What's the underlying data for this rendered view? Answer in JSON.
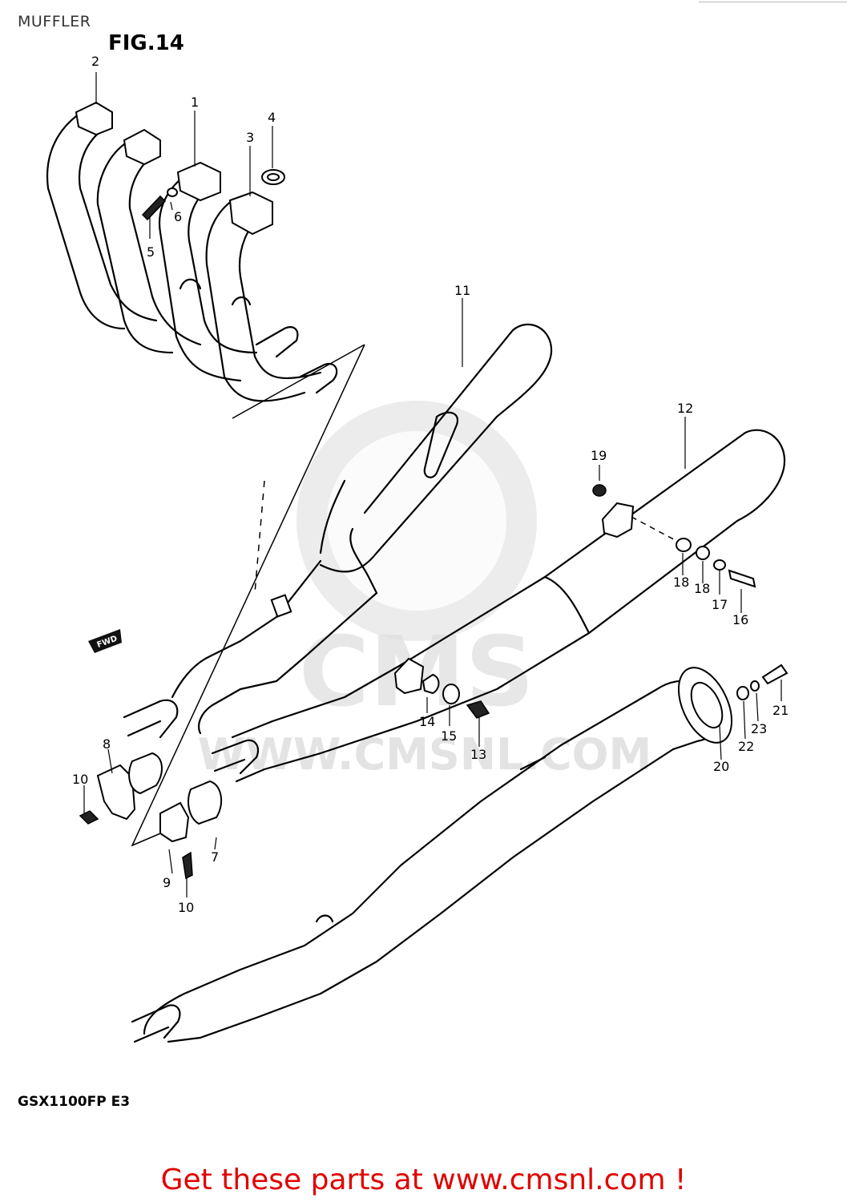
{
  "page": {
    "title": "MUFFLER",
    "cta_text": "Get these parts at www.cmsnl.com !"
  },
  "diagram": {
    "figure_label": "FIG.14",
    "model_code": "GSX1100FP  E3",
    "fwd_label": "FWD",
    "watermark_text": "WWW.CMSNL.COM",
    "watermark_logo_text": "CMS",
    "callouts": [
      "1",
      "2",
      "3",
      "4",
      "5",
      "6",
      "7",
      "8",
      "9",
      "10",
      "10",
      "11",
      "12",
      "13",
      "14",
      "15",
      "16",
      "17",
      "18",
      "18",
      "19",
      "20",
      "21",
      "22",
      "23"
    ]
  },
  "colors": {
    "cta": "#e00000",
    "title": "#333333",
    "watermark": "#dddddd",
    "line": "#000000"
  }
}
